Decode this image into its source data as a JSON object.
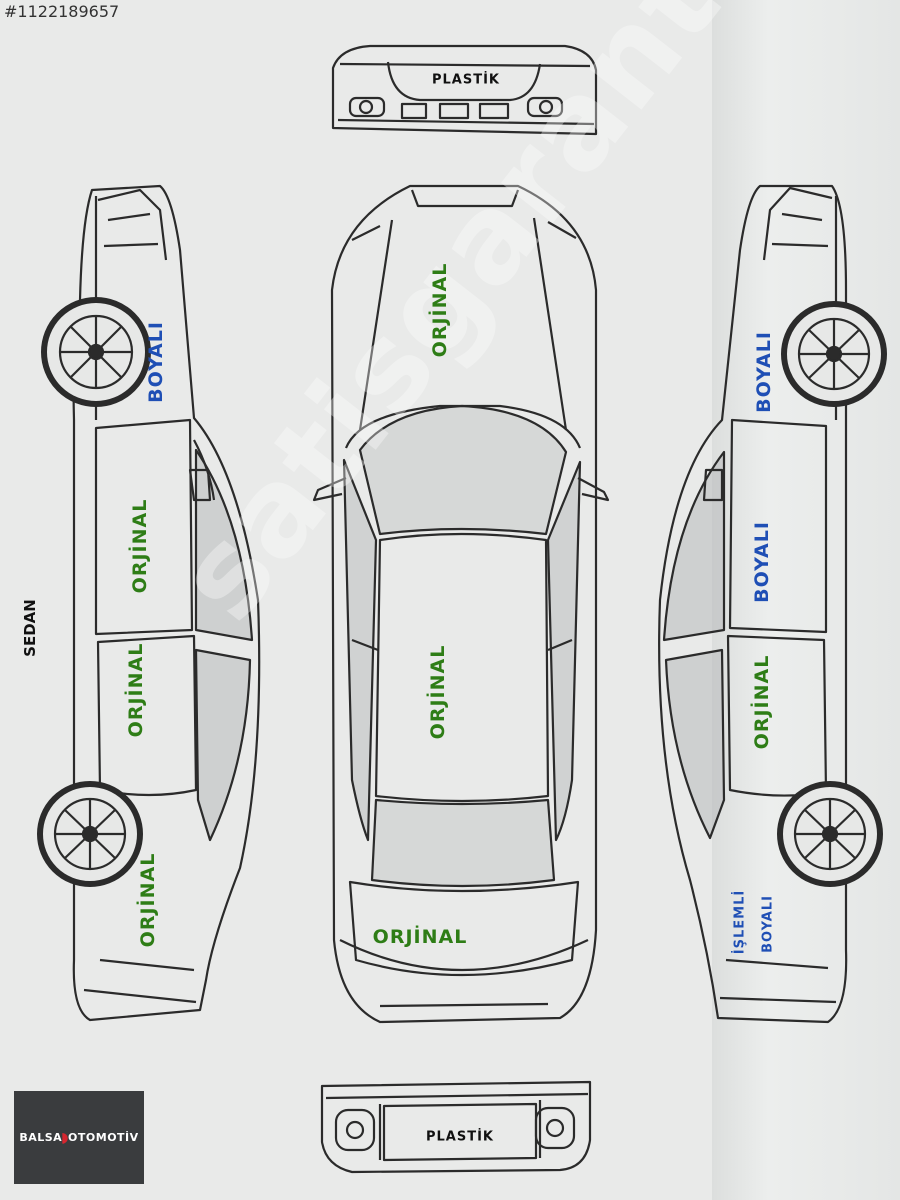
{
  "listing_id": "#1122189657",
  "body_type": "SEDAN",
  "watermark": "satisgaranti",
  "dealer": {
    "left": "BALSA",
    "right": "OTOMOTİV",
    "color": "#3a3c3e"
  },
  "colors": {
    "green": "#2e7d16",
    "blue": "#1f4fb5",
    "line": "#2b2b2b"
  },
  "bumpers": {
    "front": "PLASTİK",
    "rear": "PLASTİK"
  },
  "left_side": {
    "front_fender": "BOYALI",
    "front_door": "ORJİNAL",
    "rear_door": "ORJİNAL",
    "rear_fender": "ORJİNAL"
  },
  "top": {
    "hood": "ORJİNAL",
    "roof": "ORJİNAL",
    "trunk": "ORJİNAL"
  },
  "right_side": {
    "front_fender": "BOYALI",
    "front_door": "BOYALI",
    "rear_door": "ORJİNAL",
    "rear_fender_line1": "İŞLEMLİ",
    "rear_fender_line2": "BOYALI"
  }
}
